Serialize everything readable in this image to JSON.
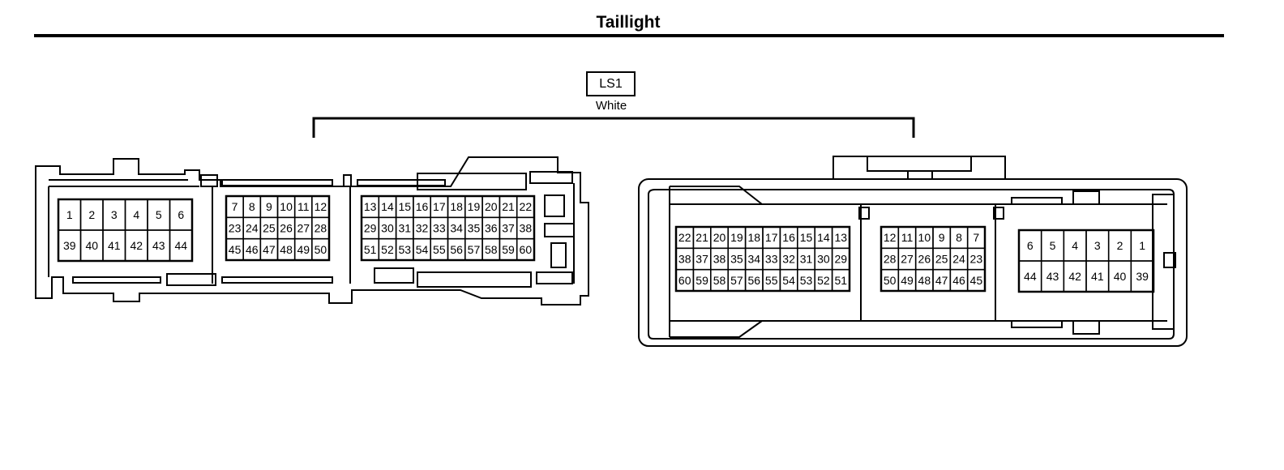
{
  "title": "Taillight",
  "connector": {
    "code": "LS1",
    "color": "White"
  },
  "male_connector": {
    "block_a": {
      "rows": [
        [
          "1",
          "2",
          "3",
          "4",
          "5",
          "6"
        ],
        [
          "39",
          "40",
          "41",
          "42",
          "43",
          "44"
        ]
      ]
    },
    "block_b": {
      "rows": [
        [
          "7",
          "8",
          "9",
          "10",
          "11",
          "12"
        ],
        [
          "23",
          "24",
          "25",
          "26",
          "27",
          "28"
        ],
        [
          "45",
          "46",
          "47",
          "48",
          "49",
          "50"
        ]
      ]
    },
    "block_c": {
      "rows": [
        [
          "13",
          "14",
          "15",
          "16",
          "17",
          "18",
          "19",
          "20",
          "21",
          "22"
        ],
        [
          "29",
          "30",
          "31",
          "32",
          "33",
          "34",
          "35",
          "36",
          "37",
          "38"
        ],
        [
          "51",
          "52",
          "53",
          "54",
          "55",
          "56",
          "57",
          "58",
          "59",
          "60"
        ]
      ]
    }
  },
  "female_connector": {
    "block_a": {
      "rows": [
        [
          "22",
          "21",
          "20",
          "19",
          "18",
          "17",
          "16",
          "15",
          "14",
          "13"
        ],
        [
          "38",
          "37",
          "38",
          "35",
          "34",
          "33",
          "32",
          "31",
          "30",
          "29"
        ],
        [
          "60",
          "59",
          "58",
          "57",
          "56",
          "55",
          "54",
          "53",
          "52",
          "51"
        ]
      ]
    },
    "block_b": {
      "rows": [
        [
          "12",
          "11",
          "10",
          "9",
          "8",
          "7"
        ],
        [
          "28",
          "27",
          "26",
          "25",
          "24",
          "23"
        ],
        [
          "50",
          "49",
          "48",
          "47",
          "46",
          "45"
        ]
      ]
    },
    "block_c": {
      "rows": [
        [
          "6",
          "5",
          "4",
          "3",
          "2",
          "1"
        ],
        [
          "44",
          "43",
          "42",
          "41",
          "40",
          "39"
        ]
      ]
    }
  }
}
